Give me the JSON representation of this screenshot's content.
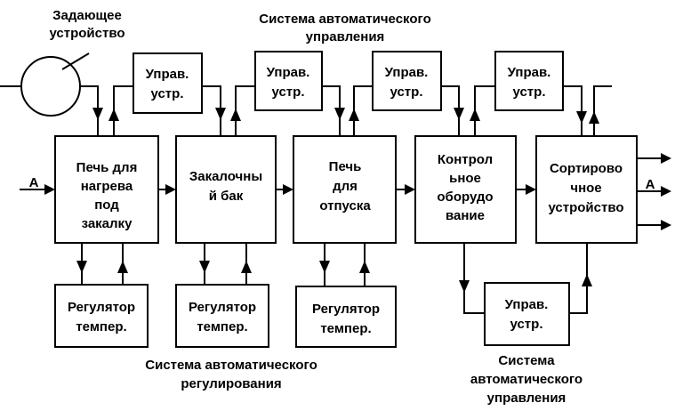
{
  "labels": {
    "master_device": [
      "Задающее",
      "устройство"
    ],
    "auto_control_top": [
      "Система автоматического",
      "управления"
    ],
    "auto_regulation": [
      "Система автоматического",
      "регулирования"
    ],
    "auto_control_bottom": [
      "Система",
      "автоматического",
      "управления"
    ],
    "input_a": "А",
    "output_a": "А"
  },
  "main_blocks": [
    {
      "lines": [
        "Печь для",
        "нагрева",
        "под",
        "закалку"
      ]
    },
    {
      "lines": [
        "Закалочны",
        "й бак"
      ]
    },
    {
      "lines": [
        "Печь",
        "для",
        "отпуска"
      ]
    },
    {
      "lines": [
        "Контрол",
        "ьное",
        "оборудо",
        "вание"
      ]
    },
    {
      "lines": [
        "Сортирово",
        "чное",
        "устройство"
      ]
    }
  ],
  "control_devices": [
    {
      "lines": [
        "Управ.",
        "устр."
      ]
    },
    {
      "lines": [
        "Управ.",
        "устр."
      ]
    },
    {
      "lines": [
        "Управ.",
        "устр."
      ]
    },
    {
      "lines": [
        "Управ.",
        "устр."
      ]
    },
    {
      "lines": [
        "Управ.",
        "устр."
      ]
    }
  ],
  "regulators": [
    {
      "lines": [
        "Регулятор",
        "темпер."
      ]
    },
    {
      "lines": [
        "Регулятор",
        "темпер."
      ]
    },
    {
      "lines": [
        "Регулятор",
        "темпер."
      ]
    }
  ]
}
